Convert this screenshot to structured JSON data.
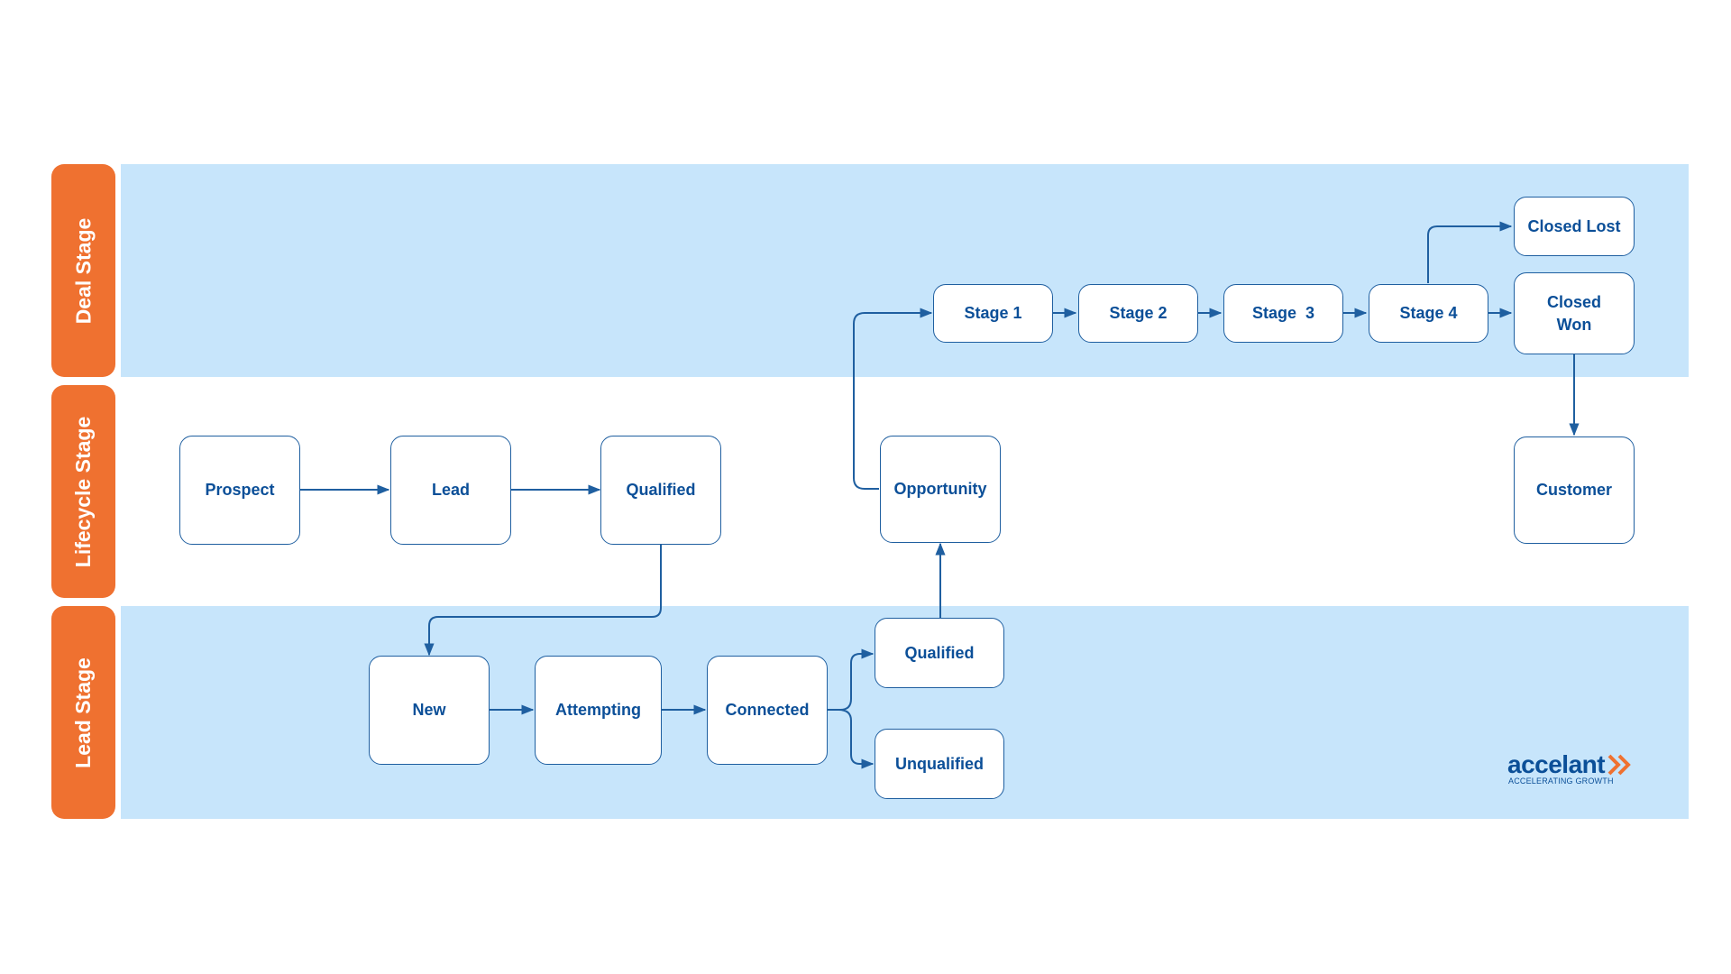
{
  "lanes": {
    "deal": "Deal Stage",
    "lifecycle": "Lifecycle Stage",
    "lead": "Lead Stage"
  },
  "nodes": {
    "prospect": "Prospect",
    "lead": "Lead",
    "qualified_lifecycle": "Qualified",
    "opportunity": "Opportunity",
    "customer": "Customer",
    "stage1": "Stage 1",
    "stage2": "Stage 2",
    "stage3": "Stage  3",
    "stage4": "Stage 4",
    "closed_lost": "Closed Lost",
    "closed_won": "Closed Won",
    "new": "New",
    "attempting": "Attempting",
    "connected": "Connected",
    "qualified_lead": "Qualified",
    "unqualified": "Unqualified"
  },
  "connections": [
    [
      "prospect",
      "lead"
    ],
    [
      "lead",
      "qualified_lifecycle"
    ],
    [
      "qualified_lifecycle",
      "new"
    ],
    [
      "new",
      "attempting"
    ],
    [
      "attempting",
      "connected"
    ],
    [
      "connected",
      "qualified_lead"
    ],
    [
      "connected",
      "unqualified"
    ],
    [
      "qualified_lead",
      "opportunity"
    ],
    [
      "opportunity",
      "stage1"
    ],
    [
      "stage1",
      "stage2"
    ],
    [
      "stage2",
      "stage3"
    ],
    [
      "stage3",
      "stage4"
    ],
    [
      "stage4",
      "closed_won"
    ],
    [
      "stage4",
      "closed_lost"
    ],
    [
      "closed_won",
      "customer"
    ]
  ],
  "logo": {
    "name": "accelant",
    "tagline": "ACCELERATING GROWTH"
  },
  "colors": {
    "band": "#c7e5fb",
    "label": "#ef7130",
    "node_text": "#0b4f98",
    "arrow": "#1f5fa0"
  }
}
